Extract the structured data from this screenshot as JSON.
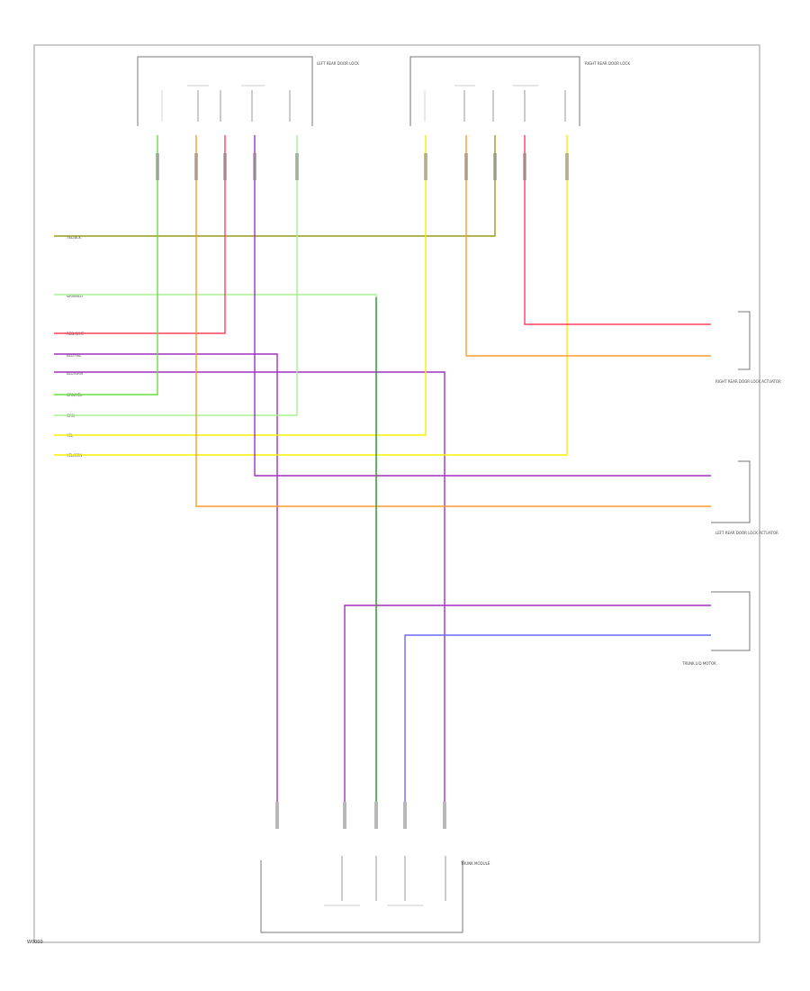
{
  "diagram": {
    "footer_code": "W0000",
    "components": {
      "left_rear_lock": "LEFT REAR DOOR LOCK",
      "right_rear_lock": "RIGHT REAR DOOR LOCK",
      "right_rear_actuator": "RIGHT REAR DOOR LOCK ACTUATOR",
      "left_rear_actuator": "LEFT REAR DOOR LOCK ACTUATOR",
      "trunk_lid_motor": "TRUNK LID MOTOR",
      "trunk_module": "TRUNK MODULE"
    },
    "left_wire_labels": [
      "YEL/BLK",
      "GRN/BLU",
      "RED/WHT",
      "BLU/YEL",
      "BLU/GRN",
      "GRN/YEL",
      "GRN",
      "YEL",
      "YEL/GRN"
    ],
    "colors": {
      "yellow": "#f5f000",
      "olive": "#9a9a1a",
      "green": "#66e040",
      "lightgreen": "#a8f090",
      "red": "#ff4060",
      "orange": "#ff9a30",
      "purple": "#a030c0",
      "blue": "#6a6aff",
      "darkgreen": "#2a9a30"
    }
  }
}
